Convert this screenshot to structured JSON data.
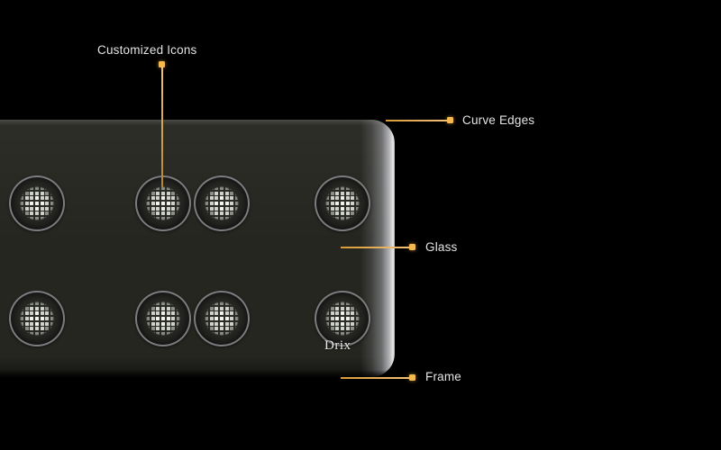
{
  "scene": {
    "title": "Cooktop feature callout diagram",
    "background_color": "#000000"
  },
  "product": {
    "brand": "Drix",
    "surface_color": "#262621",
    "bevel_color": "#eceef5",
    "burner_count": 8,
    "burner_rows": 2,
    "burner_columns": 4
  },
  "accent": {
    "leader_color": "#f5b94f",
    "label_color": "#e4e4e4"
  },
  "callouts": [
    {
      "id": "customized-icons",
      "label": "Customized Icons",
      "orientation": "vertical",
      "target": "burner-top-row-second"
    },
    {
      "id": "curve-edges",
      "label": "Curve Edges",
      "orientation": "horizontal",
      "target": "top-right-rounded-corner"
    },
    {
      "id": "glass",
      "label": "Glass",
      "orientation": "horizontal",
      "target": "glass-surface"
    },
    {
      "id": "frame",
      "label": "Frame",
      "orientation": "horizontal",
      "target": "bottom-frame-edge"
    }
  ]
}
